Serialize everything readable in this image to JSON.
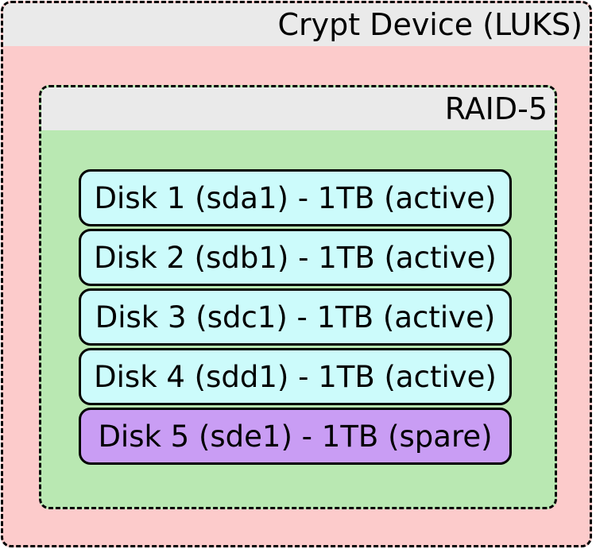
{
  "colors": {
    "luks_pink": "#fccbcb",
    "raid_green": "#b9e8b2",
    "disk_cyan": "#ccfbfb",
    "spare_purple": "#c99df4",
    "header_gray": "#eaeaea",
    "border_black": "#000000"
  },
  "luks": {
    "title": "Crypt Device (LUKS)"
  },
  "raid": {
    "title": "RAID-5",
    "disks": [
      {
        "label": "Disk 1 (sda1) - 1TB (active)",
        "device": "sda1",
        "size": "1TB",
        "status": "active"
      },
      {
        "label": "Disk 2 (sdb1) - 1TB (active)",
        "device": "sdb1",
        "size": "1TB",
        "status": "active"
      },
      {
        "label": "Disk 3 (sdc1) - 1TB (active)",
        "device": "sdc1",
        "size": "1TB",
        "status": "active"
      },
      {
        "label": "Disk 4 (sdd1) - 1TB (active)",
        "device": "sdd1",
        "size": "1TB",
        "status": "active"
      },
      {
        "label": "Disk 5 (sde1) - 1TB (spare)",
        "device": "sde1",
        "size": "1TB",
        "status": "spare"
      }
    ]
  }
}
